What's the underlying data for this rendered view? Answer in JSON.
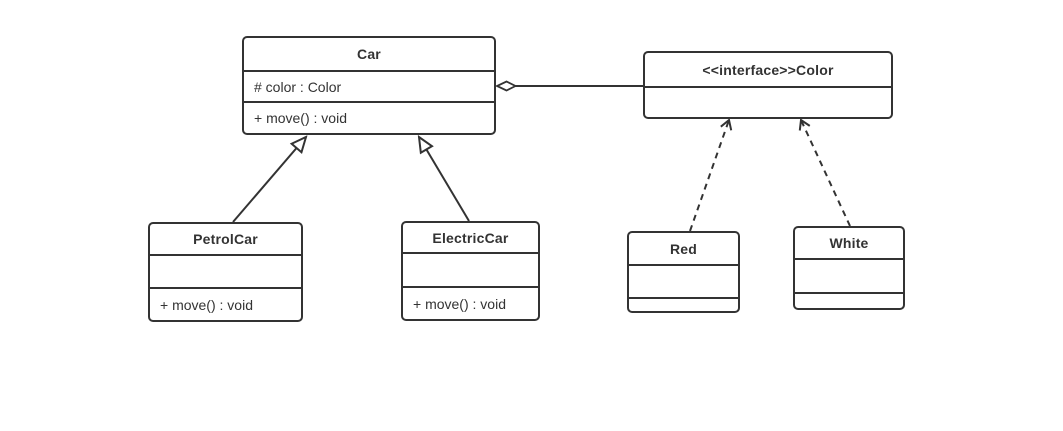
{
  "diagram": {
    "kind": "uml-class-diagram",
    "colors": {
      "stroke": "#333333",
      "text": "#333333",
      "node_fill": "#ffffff",
      "background": "#ffffff"
    },
    "nodes": {
      "car": {
        "title": "Car",
        "attributes": [
          "# color : Color"
        ],
        "methods": [
          "+ move() : void"
        ]
      },
      "color": {
        "title": "<<interface>>Color",
        "attributes": [],
        "methods": []
      },
      "petrolcar": {
        "title": "PetrolCar",
        "attributes": [],
        "methods": [
          "+ move() : void"
        ]
      },
      "electriccar": {
        "title": "ElectricCar",
        "attributes": [],
        "methods": [
          "+ move() : void"
        ]
      },
      "red": {
        "title": "Red",
        "attributes": [],
        "methods": []
      },
      "white": {
        "title": "White",
        "attributes": [],
        "methods": []
      }
    },
    "relationships": [
      {
        "type": "aggregation",
        "from": "Car",
        "to": "Color",
        "line": "solid",
        "marker": "hollow-diamond-at-car"
      },
      {
        "type": "generalization",
        "from": "PetrolCar",
        "to": "Car",
        "line": "solid",
        "marker": "hollow-triangle"
      },
      {
        "type": "generalization",
        "from": "ElectricCar",
        "to": "Car",
        "line": "solid",
        "marker": "hollow-triangle"
      },
      {
        "type": "dependency",
        "from": "Red",
        "to": "Color",
        "line": "dashed",
        "marker": "open-arrow"
      },
      {
        "type": "dependency",
        "from": "White",
        "to": "Color",
        "line": "dashed",
        "marker": "open-arrow"
      }
    ]
  }
}
